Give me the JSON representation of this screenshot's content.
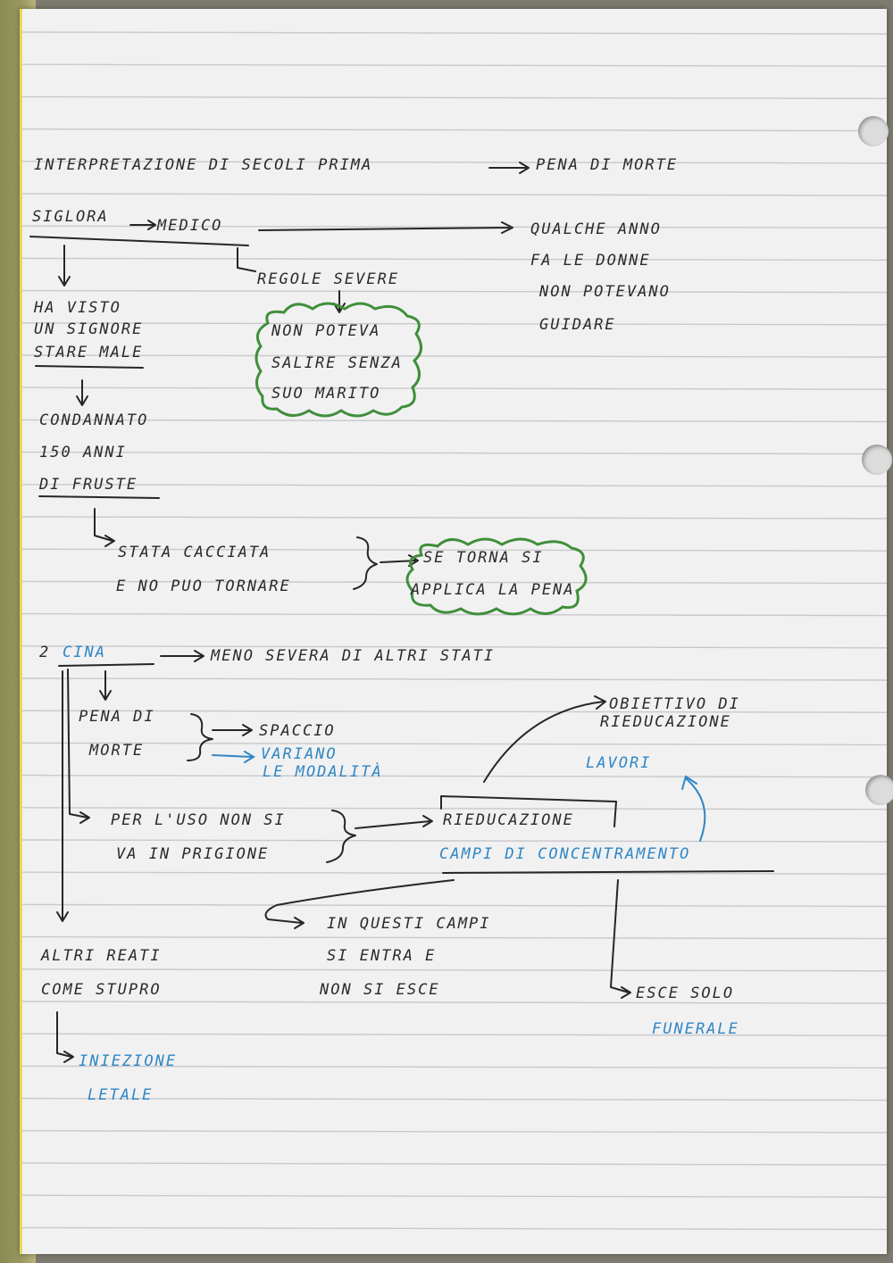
{
  "notes": {
    "heading": {
      "left": "INTERPRETAZIONE DI SECOLI PRIMA",
      "right": "PENA DI MORTE"
    },
    "arabia": {
      "label": "SIGLORA",
      "arrow_target": "MEDICO",
      "far_right": [
        "QUALCHE ANNO",
        "FA LE DONNE",
        "NON POTEVANO",
        "GUIDARE"
      ],
      "branch_regole": "REGOLE SEVERE",
      "cloud_regole": [
        "NON POTEVA",
        "SALIRE SENZA",
        "SUO MARITO"
      ],
      "left_branch": [
        "HA VISTO",
        "UN SIGNORE",
        "STARE MALE"
      ],
      "condanna": [
        "CONDANNATO",
        "150 ANNI",
        "DI FRUSTE"
      ],
      "cacciata": [
        "STATA CACCIATA",
        "E NO PUO TORNARE"
      ],
      "cloud_pena": [
        "SE TORNA SI",
        "APPLICA LA PENA"
      ]
    },
    "cina": {
      "number": "2",
      "label": "CINA",
      "summary": "MENO SEVERA DI ALTRI STATI",
      "pena_morte": [
        "PENA DI",
        "MORTE"
      ],
      "pena_results": [
        "SPACCIO"
      ],
      "pena_results_blue": [
        "VARIANO",
        "LE MODALITÀ"
      ],
      "uso": [
        "PER L'USO NON SI",
        "VA IN PRIGIONE"
      ],
      "rieducazione": "RIEDUCAZIONE",
      "campi": "CAMPI DI CONCENTRAMENTO",
      "obiettivo": [
        "OBIETTIVO DI",
        "RIEDUCAZIONE"
      ],
      "lavori": "LAVORI",
      "campi_note": [
        "IN QUESTI CAMPI",
        "SI ENTRA E",
        "NON SI ESCE"
      ],
      "esce": "ESCE SOLO",
      "funerale": "FUNERALE",
      "altri": [
        "ALTRI REATI",
        "COME STUPRO"
      ],
      "iniezione": [
        "INIEZIONE",
        "LETALE"
      ]
    },
    "colors": {
      "ink": "#2a2a2a",
      "blue_ink": "#2f86c4",
      "green_cloud": "#3f8f3a"
    }
  }
}
